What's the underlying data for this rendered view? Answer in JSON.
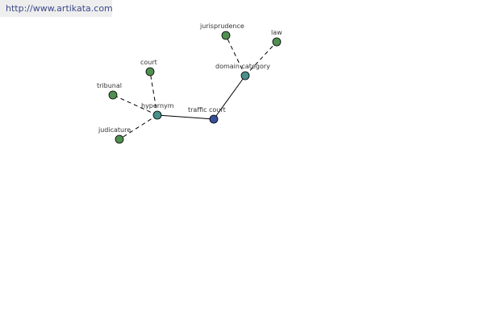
{
  "watermark": {
    "text": "http://www.artikata.com"
  },
  "colors": {
    "leaf_node": "#4f8f4f",
    "relation_node": "#4a8f8a",
    "center_node": "#3a4f9a",
    "watermark_text": "#3b4a8a",
    "watermark_bg": "#eeeeee"
  },
  "nodes": [
    {
      "id": "traffic-court",
      "label": "traffic court",
      "kind": "center"
    },
    {
      "id": "hypernym",
      "label": "hypernym",
      "kind": "relation"
    },
    {
      "id": "domain-category",
      "label": "domain category",
      "kind": "relation"
    },
    {
      "id": "court",
      "label": "court",
      "kind": "leaf"
    },
    {
      "id": "tribunal",
      "label": "tribunal",
      "kind": "leaf"
    },
    {
      "id": "judicature",
      "label": "judicature",
      "kind": "leaf"
    },
    {
      "id": "jurisprudence",
      "label": "jurisprudence",
      "kind": "leaf"
    },
    {
      "id": "law",
      "label": "law",
      "kind": "leaf"
    }
  ],
  "edges": [
    {
      "from": "traffic-court",
      "to": "hypernym",
      "style": "solid"
    },
    {
      "from": "traffic-court",
      "to": "domain-category",
      "style": "solid"
    },
    {
      "from": "hypernym",
      "to": "court",
      "style": "dashed"
    },
    {
      "from": "hypernym",
      "to": "tribunal",
      "style": "dashed"
    },
    {
      "from": "hypernym",
      "to": "judicature",
      "style": "dashed"
    },
    {
      "from": "domain-category",
      "to": "jurisprudence",
      "style": "dashed"
    },
    {
      "from": "domain-category",
      "to": "law",
      "style": "dashed"
    }
  ]
}
